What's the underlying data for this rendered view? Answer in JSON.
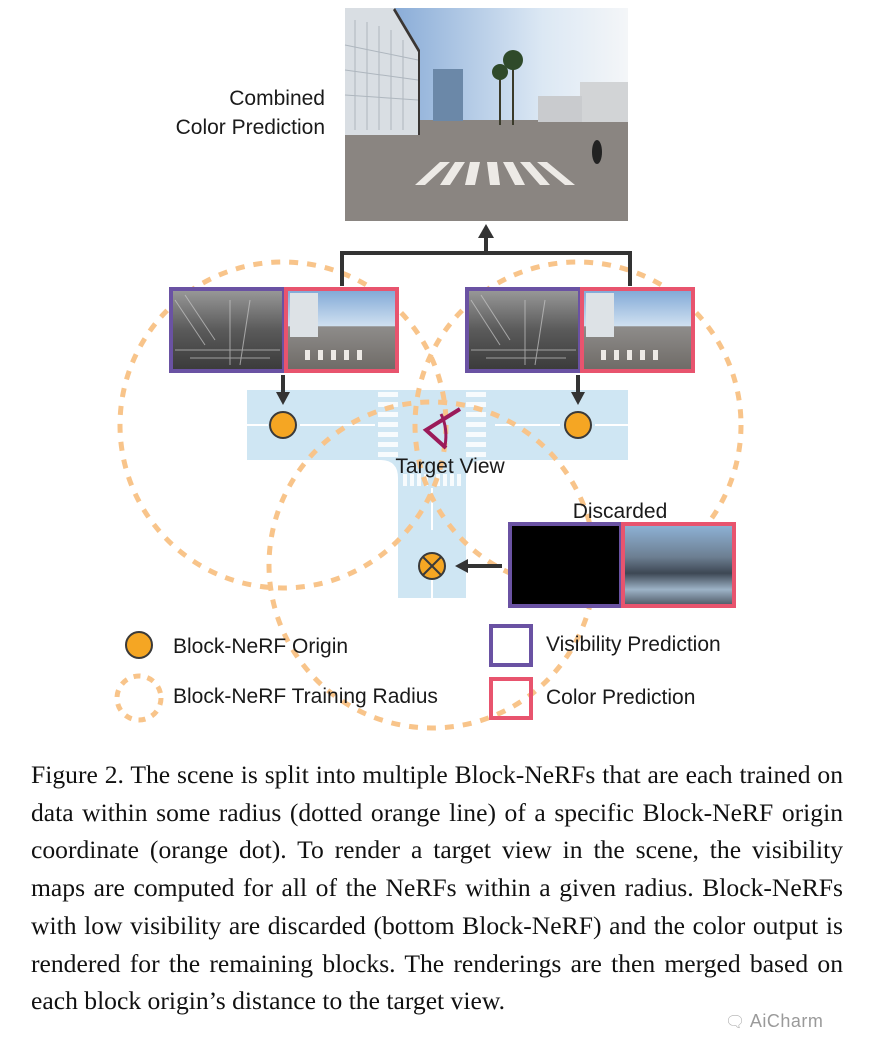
{
  "figure": {
    "combined_label_line1": "Combined",
    "combined_label_line2": "Color Prediction",
    "target_view_label": "Target View",
    "discarded_label": "Discarded",
    "colors": {
      "origin_fill": "#F5A623",
      "origin_stroke": "#3a3a3a",
      "radius_dash": "#F8C48A",
      "visibility_border": "#6A52A3",
      "color_border": "#E8546E",
      "road": "#CFE6F3",
      "target_view": "#9B1B5A",
      "arrow": "#333333"
    },
    "blocks": [
      {
        "name": "left",
        "status": "kept",
        "visibility": "grayscale",
        "color": "street"
      },
      {
        "name": "right",
        "status": "kept",
        "visibility": "grayscale",
        "color": "street"
      },
      {
        "name": "bottom",
        "status": "discarded",
        "visibility": "black",
        "color": "noisy"
      }
    ]
  },
  "legend": {
    "items": [
      {
        "icon": "orange-dot-icon",
        "label": "Block-NeRF Origin"
      },
      {
        "icon": "dotted-circle-icon",
        "label": "Block-NeRF Training Radius"
      },
      {
        "icon": "purple-square-icon",
        "label": "Visibility Prediction"
      },
      {
        "icon": "pink-square-icon",
        "label": "Color Prediction"
      }
    ]
  },
  "caption": {
    "text": "Figure 2. The scene is split into multiple Block-NeRFs that are each trained on data within some radius (dotted orange line) of a specific Block-NeRF origin coordinate (orange dot).  To render a target view in the scene, the visibility maps are computed for all of the NeRFs within a given radius. Block-NeRFs with low visibility are discarded (bottom Block-NeRF) and the color output is rendered for the remaining blocks. The renderings are then merged based on each block origin’s distance to the target view."
  },
  "watermark": {
    "icon": "chat-bubble-icon",
    "text": "AiCharm"
  }
}
